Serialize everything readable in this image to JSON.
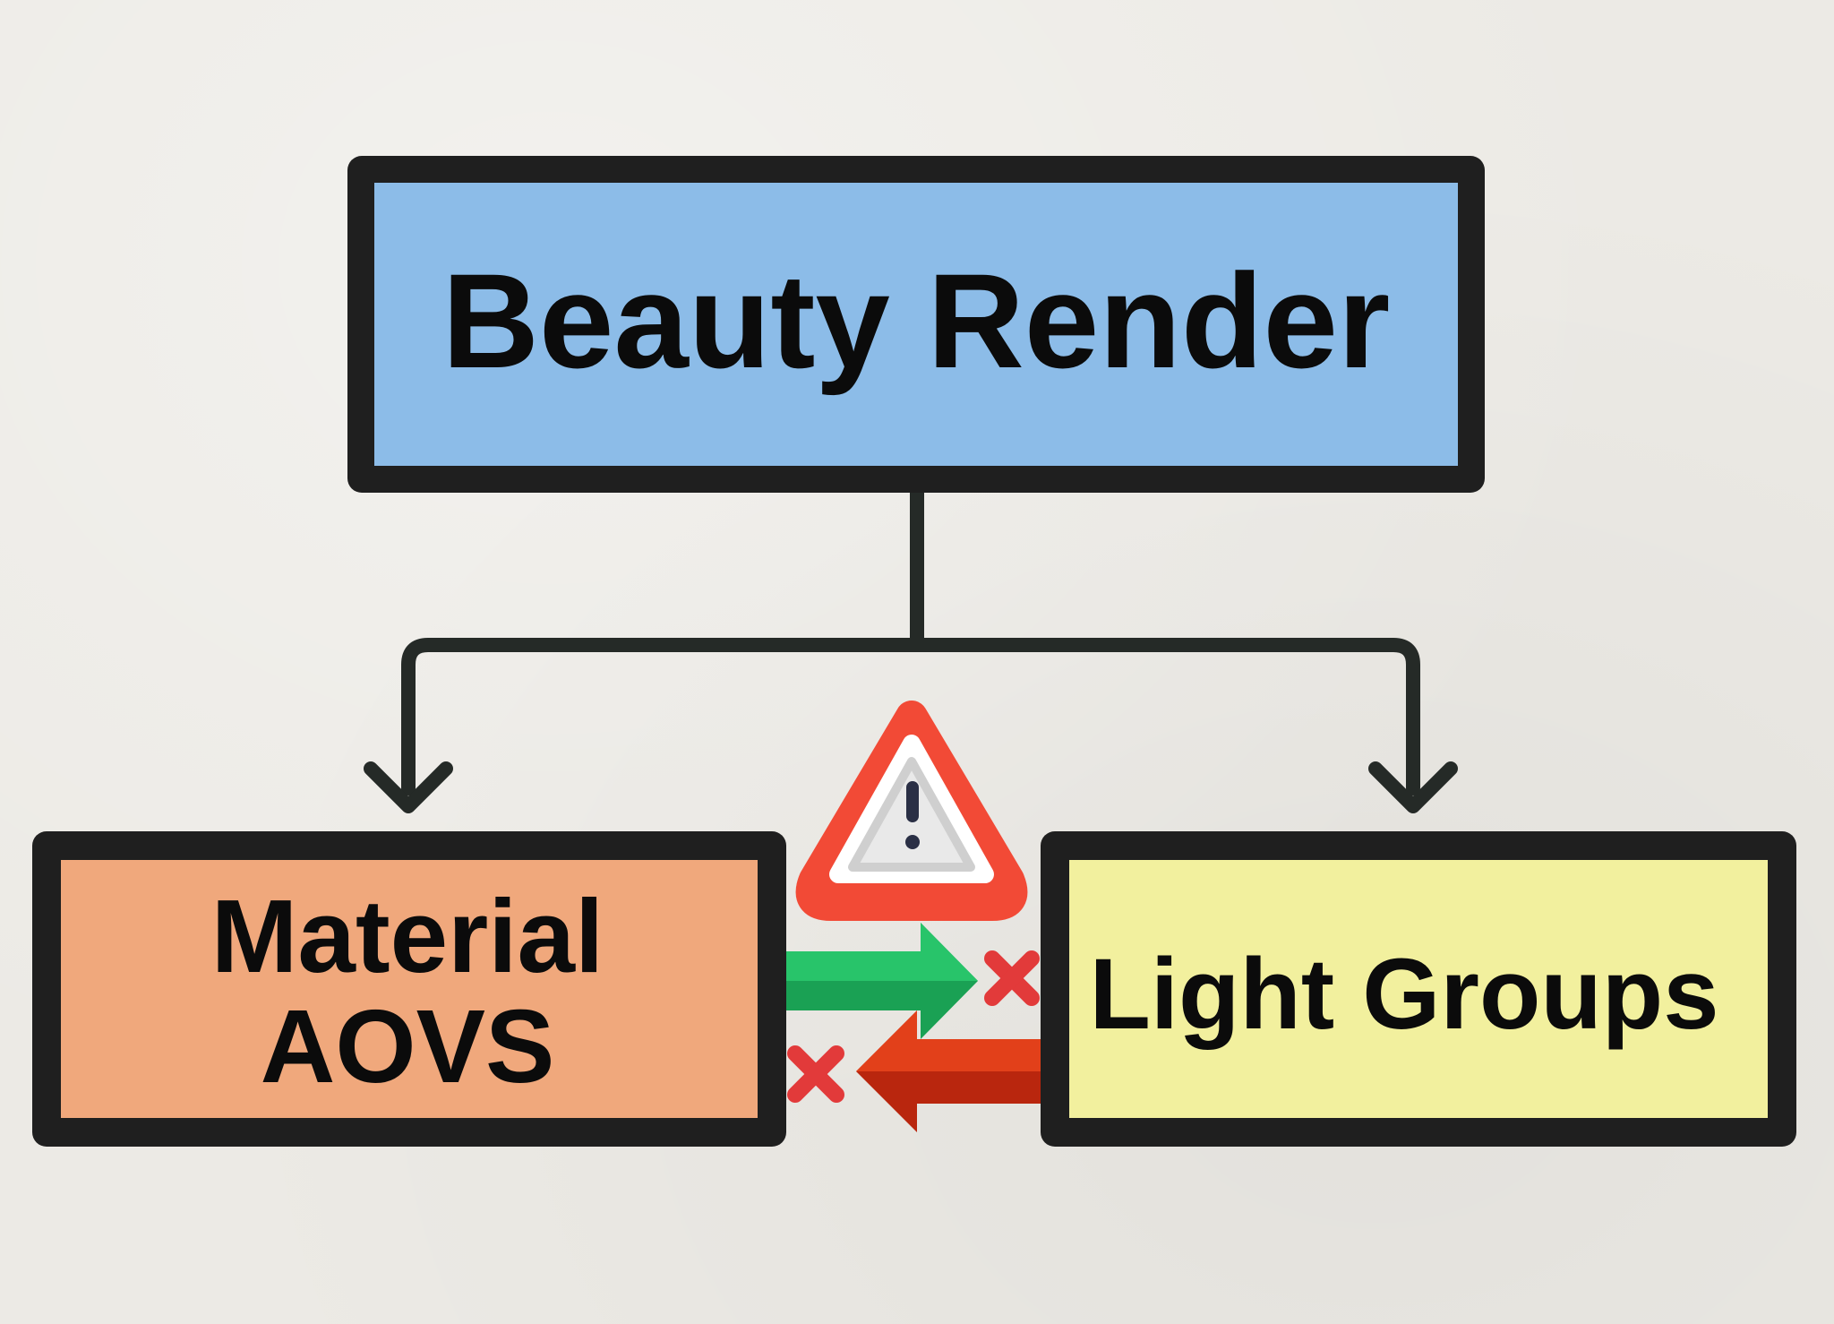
{
  "nodes": {
    "root": {
      "label": "Beauty Render",
      "fill": "#8cbce8"
    },
    "left": {
      "label_line1": "Material",
      "label_line2": "AOVS",
      "fill": "#f0a87c"
    },
    "right": {
      "label": "Light Groups",
      "fill": "#f2f09e"
    }
  },
  "colors": {
    "stroke": "#1f1f1f",
    "connector": "#252a27",
    "arrow_forward": "#1db35c",
    "arrow_back": "#d63616",
    "cross": "#e23a3a",
    "warning": "#f24a36"
  },
  "icons": [
    "warning-triangle-icon",
    "cross-icon"
  ]
}
